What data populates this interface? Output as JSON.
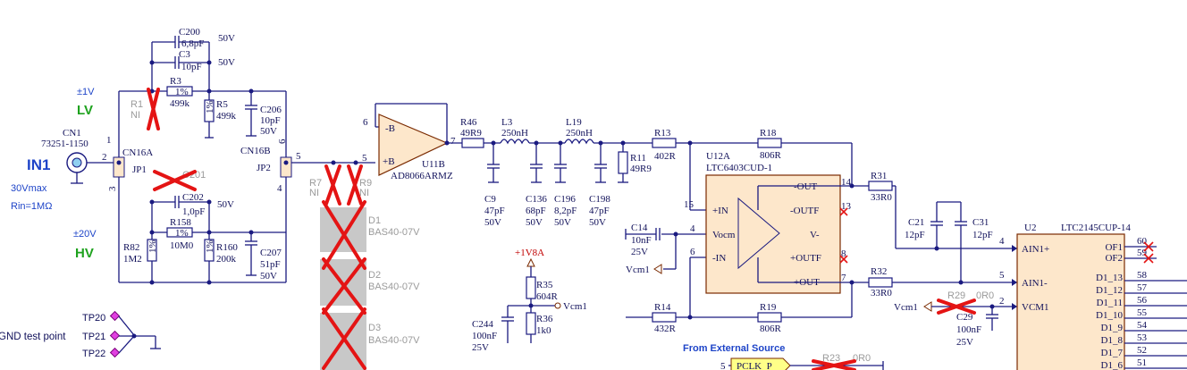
{
  "input": {
    "name": "IN1",
    "range_main": "30Vmax",
    "impedance": "Rin=1MΩ",
    "lv_range": "±1V",
    "lv_label": "LV",
    "hv_range": "±20V",
    "hv_label": "HV",
    "connector_ref": "CN1",
    "connector_part": "73251-1150",
    "pin2": "2",
    "pin1": "1",
    "pin3": "3",
    "pin6": "6",
    "pin4": "4",
    "pin5": "5"
  },
  "switches": {
    "cn16a": "CN16A",
    "cn16b": "CN16B",
    "jp1": "JP1",
    "jp2": "JP2"
  },
  "lv_path": {
    "c200_ref": "C200",
    "c200_val": "6,8pF",
    "c200_v": "50V",
    "c3_ref": "C3",
    "c3_val": "10pF",
    "c3_v": "50V",
    "r3_ref": "R3",
    "r3_tol": "1%",
    "r3_val": "499k",
    "r1_ref": "R1",
    "r1_ni": "NI",
    "r5_ref": "R5",
    "r5_val": "499k",
    "r5_tol": "1%",
    "c206_ref": "C206",
    "c206_val": "10pF",
    "c206_v": "50V"
  },
  "hv_path": {
    "c201_ref": "C201",
    "c202_ref": "C202",
    "c202_val": "1,0pF",
    "c202_v": "50V",
    "r158_ref": "R158",
    "r158_tol": "1%",
    "r158_val": "10M0",
    "r82_ref": "R82",
    "r82_val": "1M2",
    "r82_tol": "1%",
    "r160_ref": "R160",
    "r160_val": "200k",
    "r160_tol": "1%",
    "c207_ref": "C207",
    "c207_val": "51pF",
    "c207_v": "50V"
  },
  "protection": {
    "r7_ref": "R7",
    "r7_ni": "NI",
    "r9_ref": "R9",
    "r9_ni": "NI",
    "d1_ref": "D1",
    "d1_part": "BAS40-07V",
    "d2_ref": "D2",
    "d2_part": "BAS40-07V",
    "d3_ref": "D3",
    "d3_part": "BAS40-07V"
  },
  "buffer": {
    "ref": "U11B",
    "part": "AD8066ARMZ",
    "pin_neg": "-B",
    "pin_pos": "+B",
    "pin6": "6",
    "pin7": "7",
    "pin5": "5"
  },
  "filter": {
    "r46_ref": "R46",
    "r46_val": "49R9",
    "l3_ref": "L3",
    "l3_val": "250nH",
    "l19_ref": "L19",
    "l19_val": "250nH",
    "c9_ref": "C9",
    "c9_val": "47pF",
    "c9_v": "50V",
    "c136_ref": "C136",
    "c136_val": "68pF",
    "c136_v": "50V",
    "c196_ref": "C196",
    "c196_val": "8,2pF",
    "c196_v": "50V",
    "c198_ref": "C198",
    "c198_val": "47pF",
    "c198_v": "50V",
    "r11_ref": "R11",
    "r11_val": "49R9",
    "r13_ref": "R13",
    "r13_val": "402R"
  },
  "diff_amp": {
    "ref": "U12A",
    "part": "LTC6403CUD-1",
    "r18_ref": "R18",
    "r18_val": "806R",
    "r19_ref": "R19",
    "r19_val": "806R",
    "r14_ref": "R14",
    "r14_val": "432R",
    "c14_ref": "C14",
    "c14_val": "10nF",
    "c14_v": "25V",
    "vcm_net": "Vcm1",
    "pin_inp": "+IN",
    "pin_vocm": "Vocm",
    "pin_inn": "-IN",
    "pin_outn": "-OUT",
    "pin_outf1": "-OUTF",
    "pin_outf2": "+OUTF",
    "pin_outp": "+OUT",
    "pin_vneg": "V-",
    "pn15": "15",
    "pn4": "4",
    "pn6": "6",
    "pn14": "14",
    "pn13": "13",
    "pn8": "8",
    "pn7": "7"
  },
  "vcm_gen": {
    "rail": "+1V8A",
    "r35_ref": "R35",
    "r35_val": "604R",
    "r36_ref": "R36",
    "r36_val": "1k0",
    "c244_ref": "C244",
    "c244_val": "100nF",
    "c244_v": "25V",
    "net": "Vcm1"
  },
  "adc_input": {
    "r31_ref": "R31",
    "r31_val": "33R0",
    "r32_ref": "R32",
    "r32_val": "33R0",
    "c21_ref": "C21",
    "c21_val": "12pF",
    "c31_ref": "C31",
    "c31_val": "12pF",
    "r29_ref": "R29",
    "r29_val": "0R0",
    "c29_ref": "C29",
    "c29_val": "100nF",
    "c29_v": "25V",
    "vcm_net": "Vcm1"
  },
  "adc": {
    "ref": "U2",
    "part": "LTC2145CUP-14",
    "pins": [
      {
        "name": "AIN1+",
        "num": "4"
      },
      {
        "name": "AIN1-",
        "num": "5"
      },
      {
        "name": "VCM1",
        "num": "2"
      }
    ],
    "outputs": [
      {
        "name": "OF1",
        "num": "60"
      },
      {
        "name": "OF2",
        "num": "59"
      },
      {
        "name": "D1_13",
        "num": "58"
      },
      {
        "name": "D1_12",
        "num": "57"
      },
      {
        "name": "D1_11",
        "num": "56"
      },
      {
        "name": "D1_10",
        "num": "55"
      },
      {
        "name": "D1_9",
        "num": "54"
      },
      {
        "name": "D1_8",
        "num": "53"
      },
      {
        "name": "D1_7",
        "num": "52"
      },
      {
        "name": "D1_6",
        "num": "51"
      }
    ]
  },
  "test_points": {
    "tp20": "TP20",
    "tp21": "TP21",
    "tp22": "TP22",
    "label": "GND test point"
  },
  "clock": {
    "source_label": "From External Source",
    "net": "PCLK_P",
    "pin": "5",
    "r23_ref": "R23",
    "r23_val": "0R0"
  },
  "colors": {
    "wire": "#1a1a80",
    "amp_fill": "#fde7cb",
    "dnp_mark": "#e41414",
    "input_label": "#1e44c8",
    "range_label": "#1ea21e",
    "net_port": "#ffff88"
  }
}
